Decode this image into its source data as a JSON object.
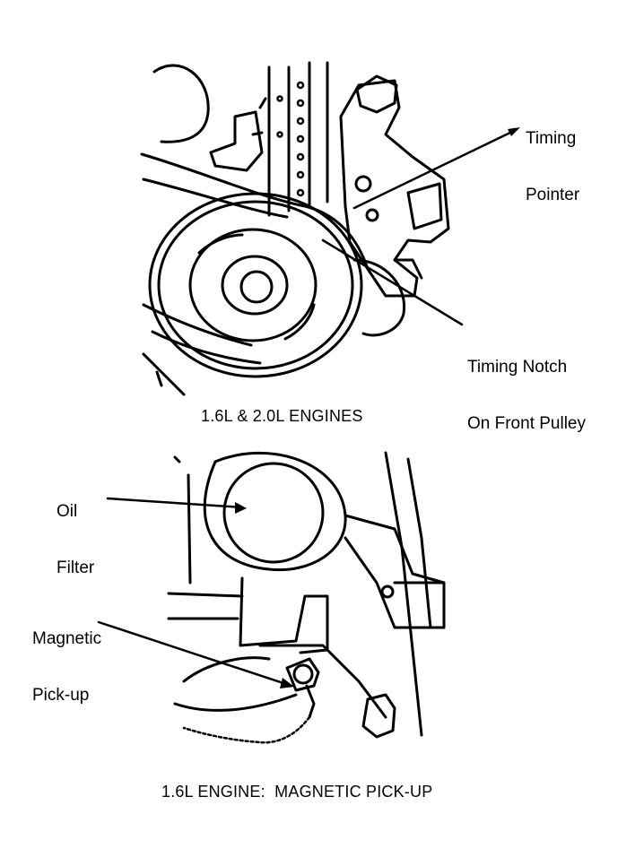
{
  "top_figure": {
    "labels": {
      "timing_pointer_line1": "Timing",
      "timing_pointer_line2": "Pointer",
      "timing_notch_line1": "Timing Notch",
      "timing_notch_line2": "On Front Pulley"
    },
    "caption": "1.6L & 2.0L ENGINES"
  },
  "bottom_figure": {
    "labels": {
      "oil_filter_line1": "Oil",
      "oil_filter_line2": "Filter",
      "magnetic_pickup_line1": "Magnetic",
      "magnetic_pickup_line2": "Pick-up"
    },
    "caption": "1.6L ENGINE:  MAGNETIC PICK-UP"
  },
  "colors": {
    "ink": "#000000",
    "paper": "#ffffff"
  }
}
